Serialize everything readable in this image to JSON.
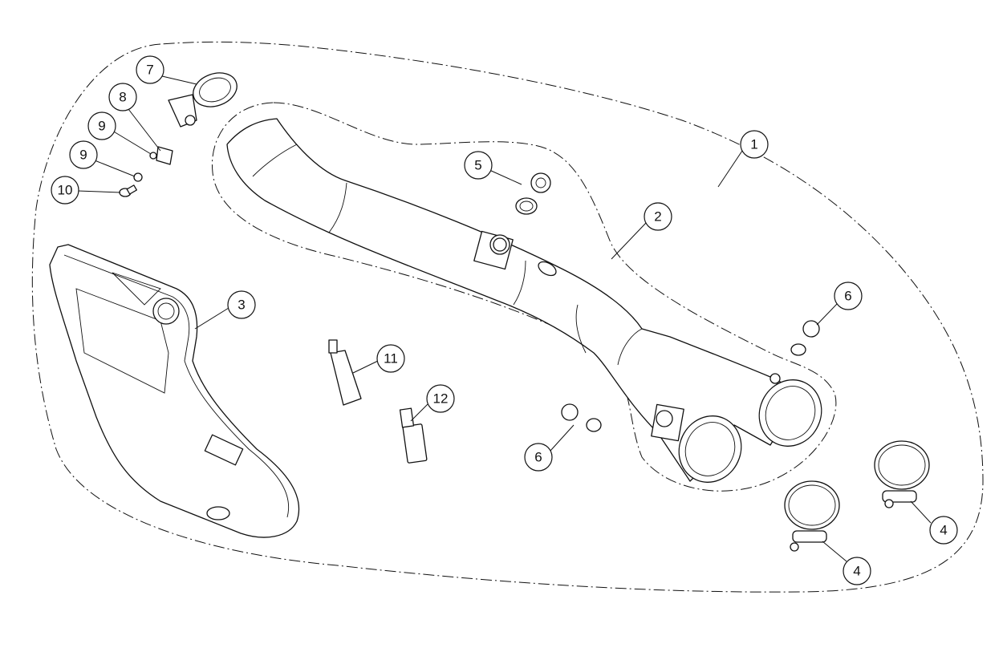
{
  "diagram": {
    "type": "exploded parts diagram",
    "callouts": [
      {
        "id": "c1",
        "label": "1"
      },
      {
        "id": "c2",
        "label": "2"
      },
      {
        "id": "c3",
        "label": "3"
      },
      {
        "id": "c4a",
        "label": "4"
      },
      {
        "id": "c4b",
        "label": "4"
      },
      {
        "id": "c5",
        "label": "5"
      },
      {
        "id": "c6a",
        "label": "6"
      },
      {
        "id": "c6b",
        "label": "6"
      },
      {
        "id": "c7",
        "label": "7"
      },
      {
        "id": "c8",
        "label": "8"
      },
      {
        "id": "c9a",
        "label": "9"
      },
      {
        "id": "c9b",
        "label": "9"
      },
      {
        "id": "c10",
        "label": "10"
      },
      {
        "id": "c11",
        "label": "11"
      },
      {
        "id": "c12",
        "label": "12"
      }
    ]
  }
}
